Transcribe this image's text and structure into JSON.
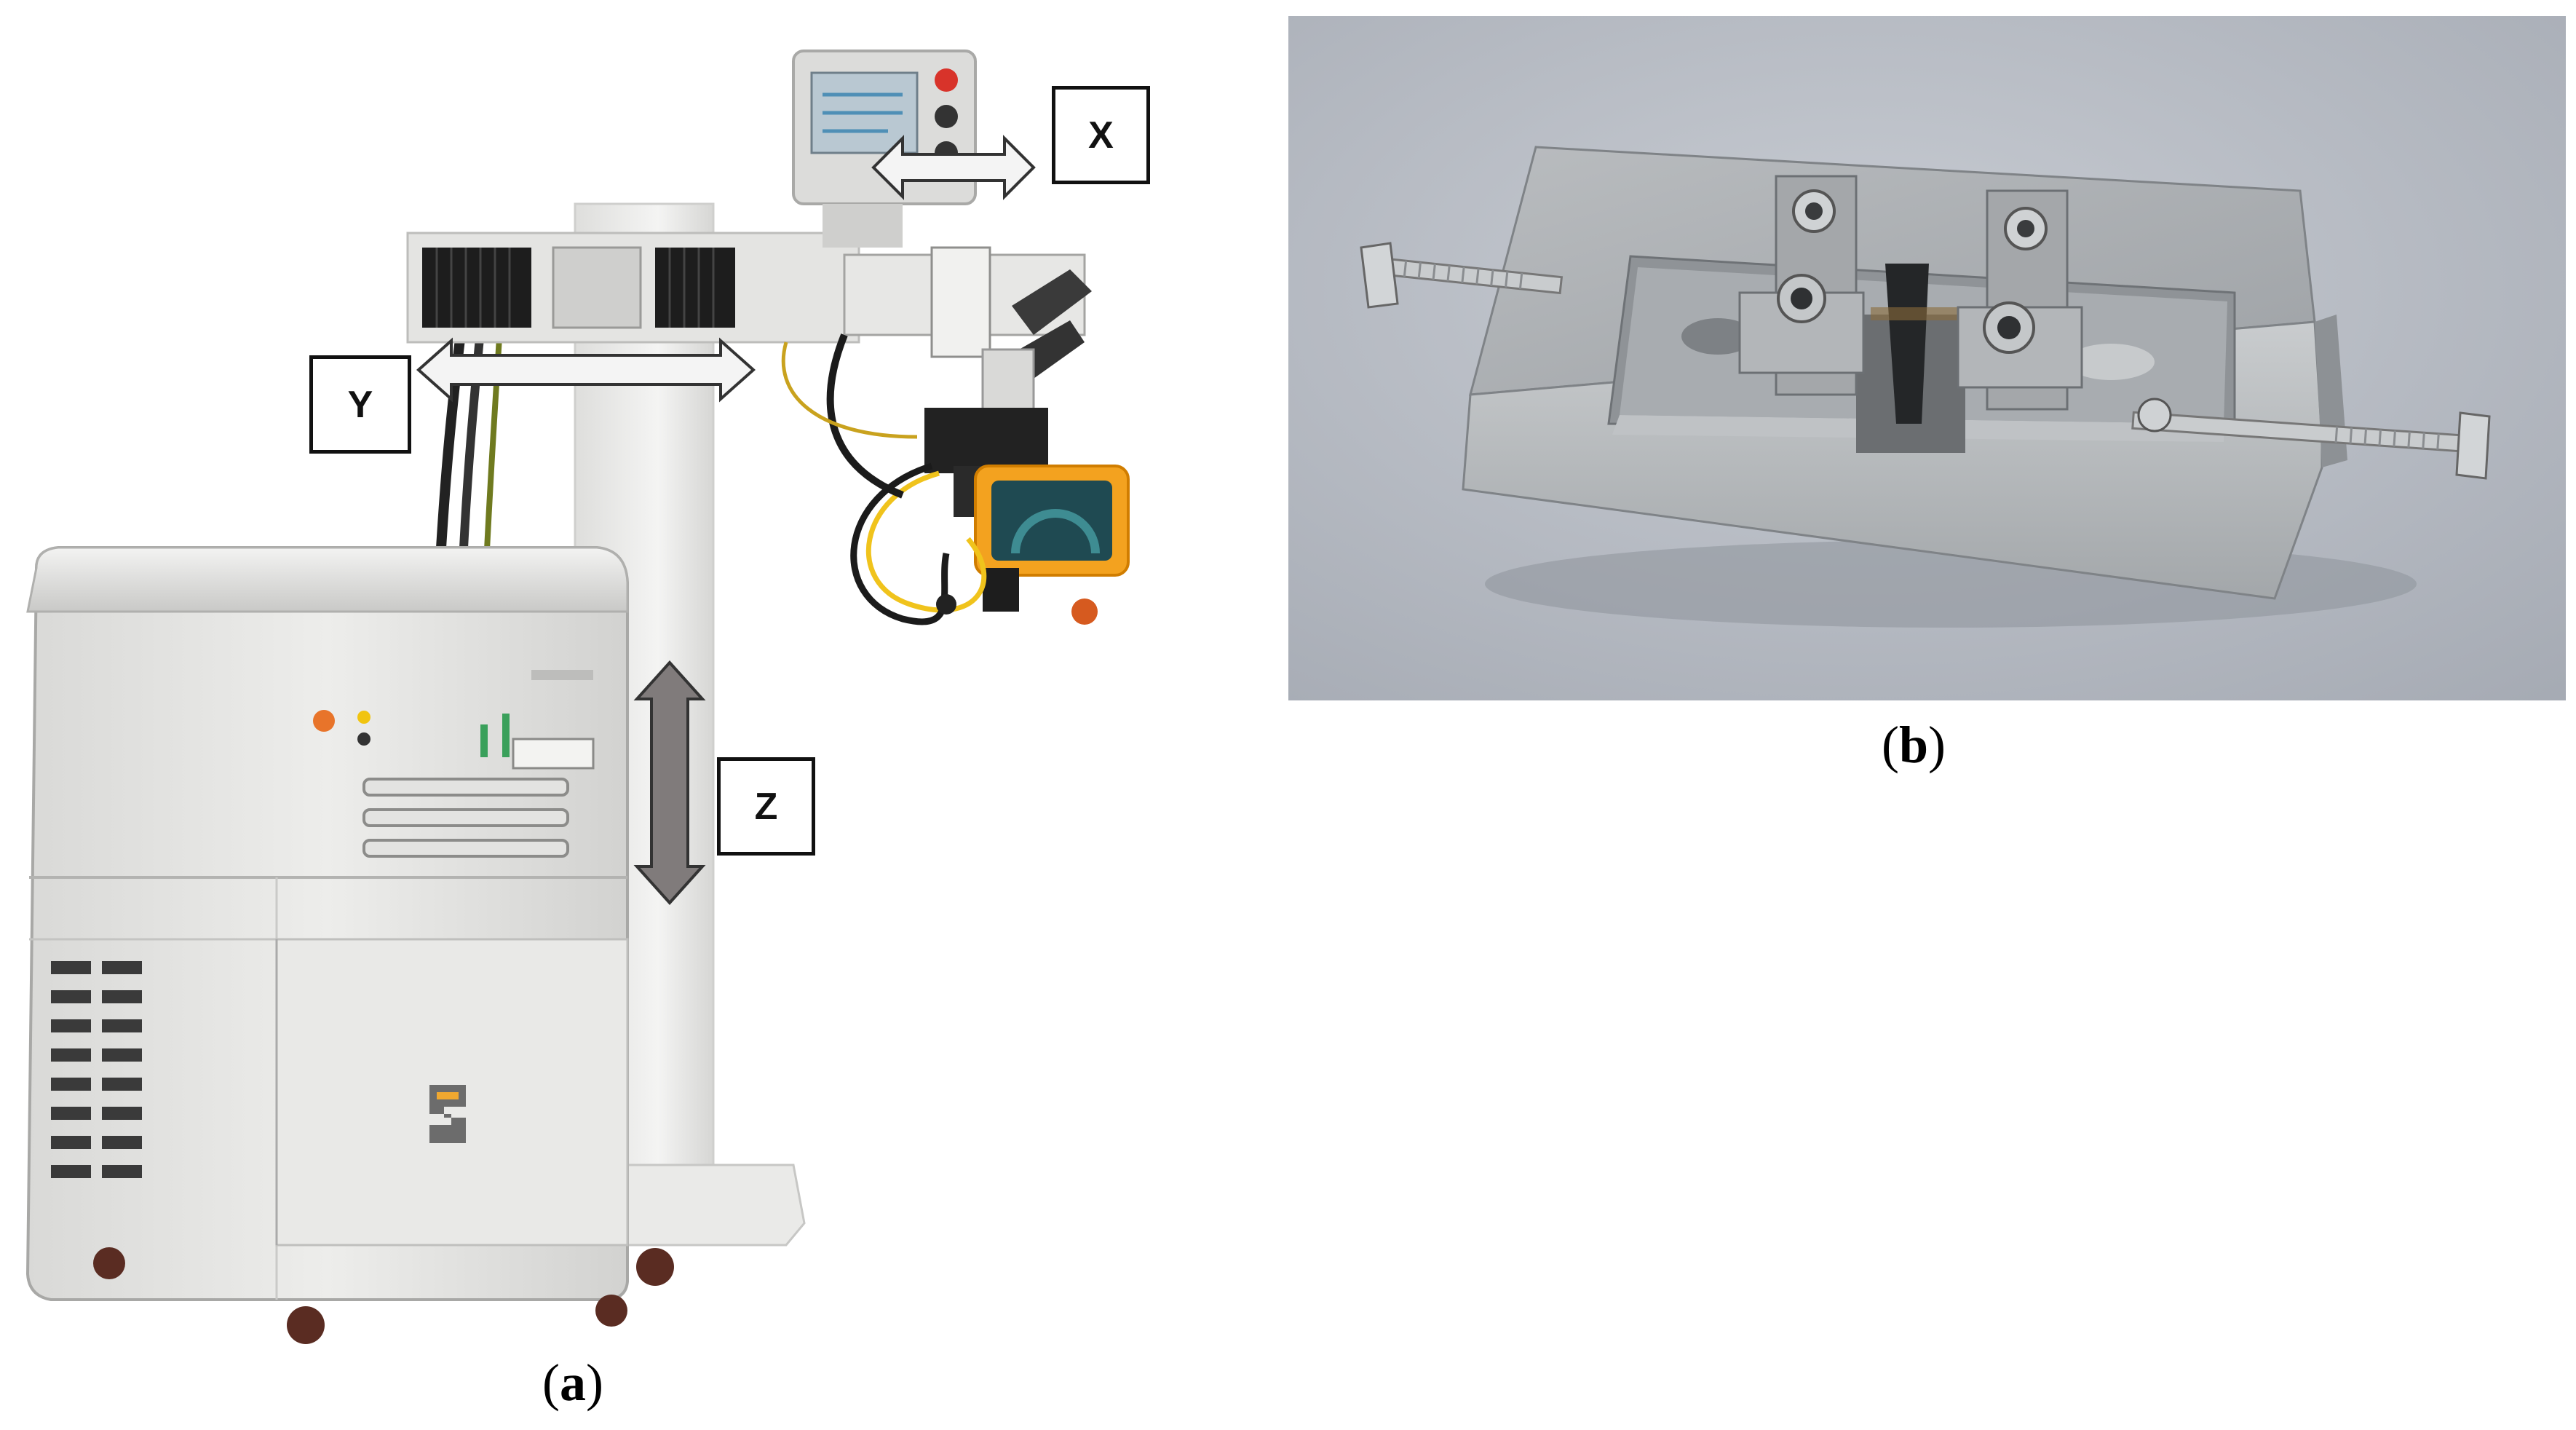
{
  "figure_a": {
    "caption_open": "(",
    "caption_letter": "a",
    "caption_close": ")",
    "axis_labels": {
      "x": "X",
      "y": "Y",
      "z": "Z"
    },
    "icons": [
      "laser-welding-machine-icon",
      "double-arrow-icon",
      "microscope-icon",
      "control-panel-icon",
      "logo-icon"
    ]
  },
  "figure_b": {
    "caption_open": "(",
    "caption_letter": "b",
    "caption_close": ")",
    "icons": [
      "aluminum-fixture-icon",
      "bolt-icon",
      "hex-screw-icon"
    ]
  },
  "colors": {
    "background": "#ffffff",
    "machine_body": "#e6e6e4",
    "photo_background": "#b8bcc4",
    "aluminum": "#a9aeb3",
    "accent_orange": "#f3a21f",
    "arrow_fill": "#f4f4f4",
    "z_arrow_fill": "#807b7b"
  }
}
